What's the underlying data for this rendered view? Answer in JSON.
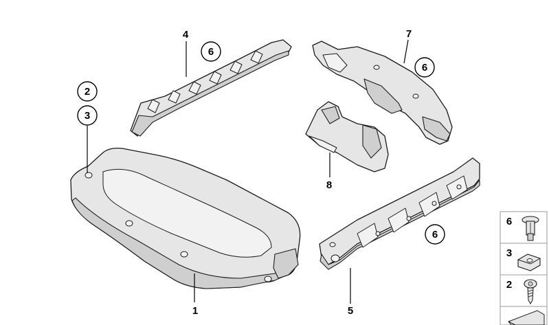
{
  "callouts": {
    "c1": "1",
    "c2": "2",
    "c3": "3",
    "c4": "4",
    "c5": "5",
    "c6a": "6",
    "c6b": "6",
    "c6c": "6",
    "c7": "7",
    "c8": "8"
  },
  "legend": {
    "items": [
      {
        "label": "6",
        "icon": "push-rivet-icon"
      },
      {
        "label": "3",
        "icon": "clip-nut-icon"
      },
      {
        "label": "2",
        "icon": "screw-icon"
      }
    ]
  },
  "colors": {
    "part_fill": "#e6e6e6",
    "outline": "#1a1a1a",
    "background": "#ffffff"
  }
}
